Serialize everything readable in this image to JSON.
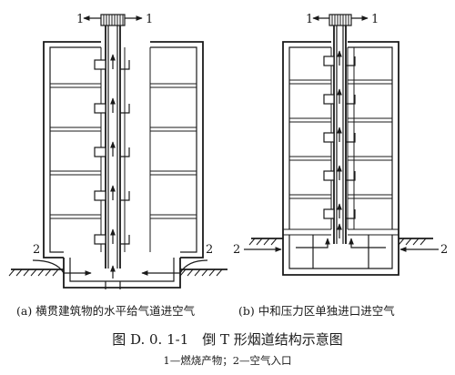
{
  "labels": {
    "flue_gas": "1",
    "air_inlet": "2"
  },
  "captions": {
    "left_sub": "(a) 横贯建筑物的水平给气道进空气",
    "right_sub": "(b) 中和压力区单独进口进空气",
    "figure_title": "图 D. 0. 1-1　倒 T 形烟道结构示意图",
    "legend": "1—燃烧产物；2—空气入口"
  }
}
